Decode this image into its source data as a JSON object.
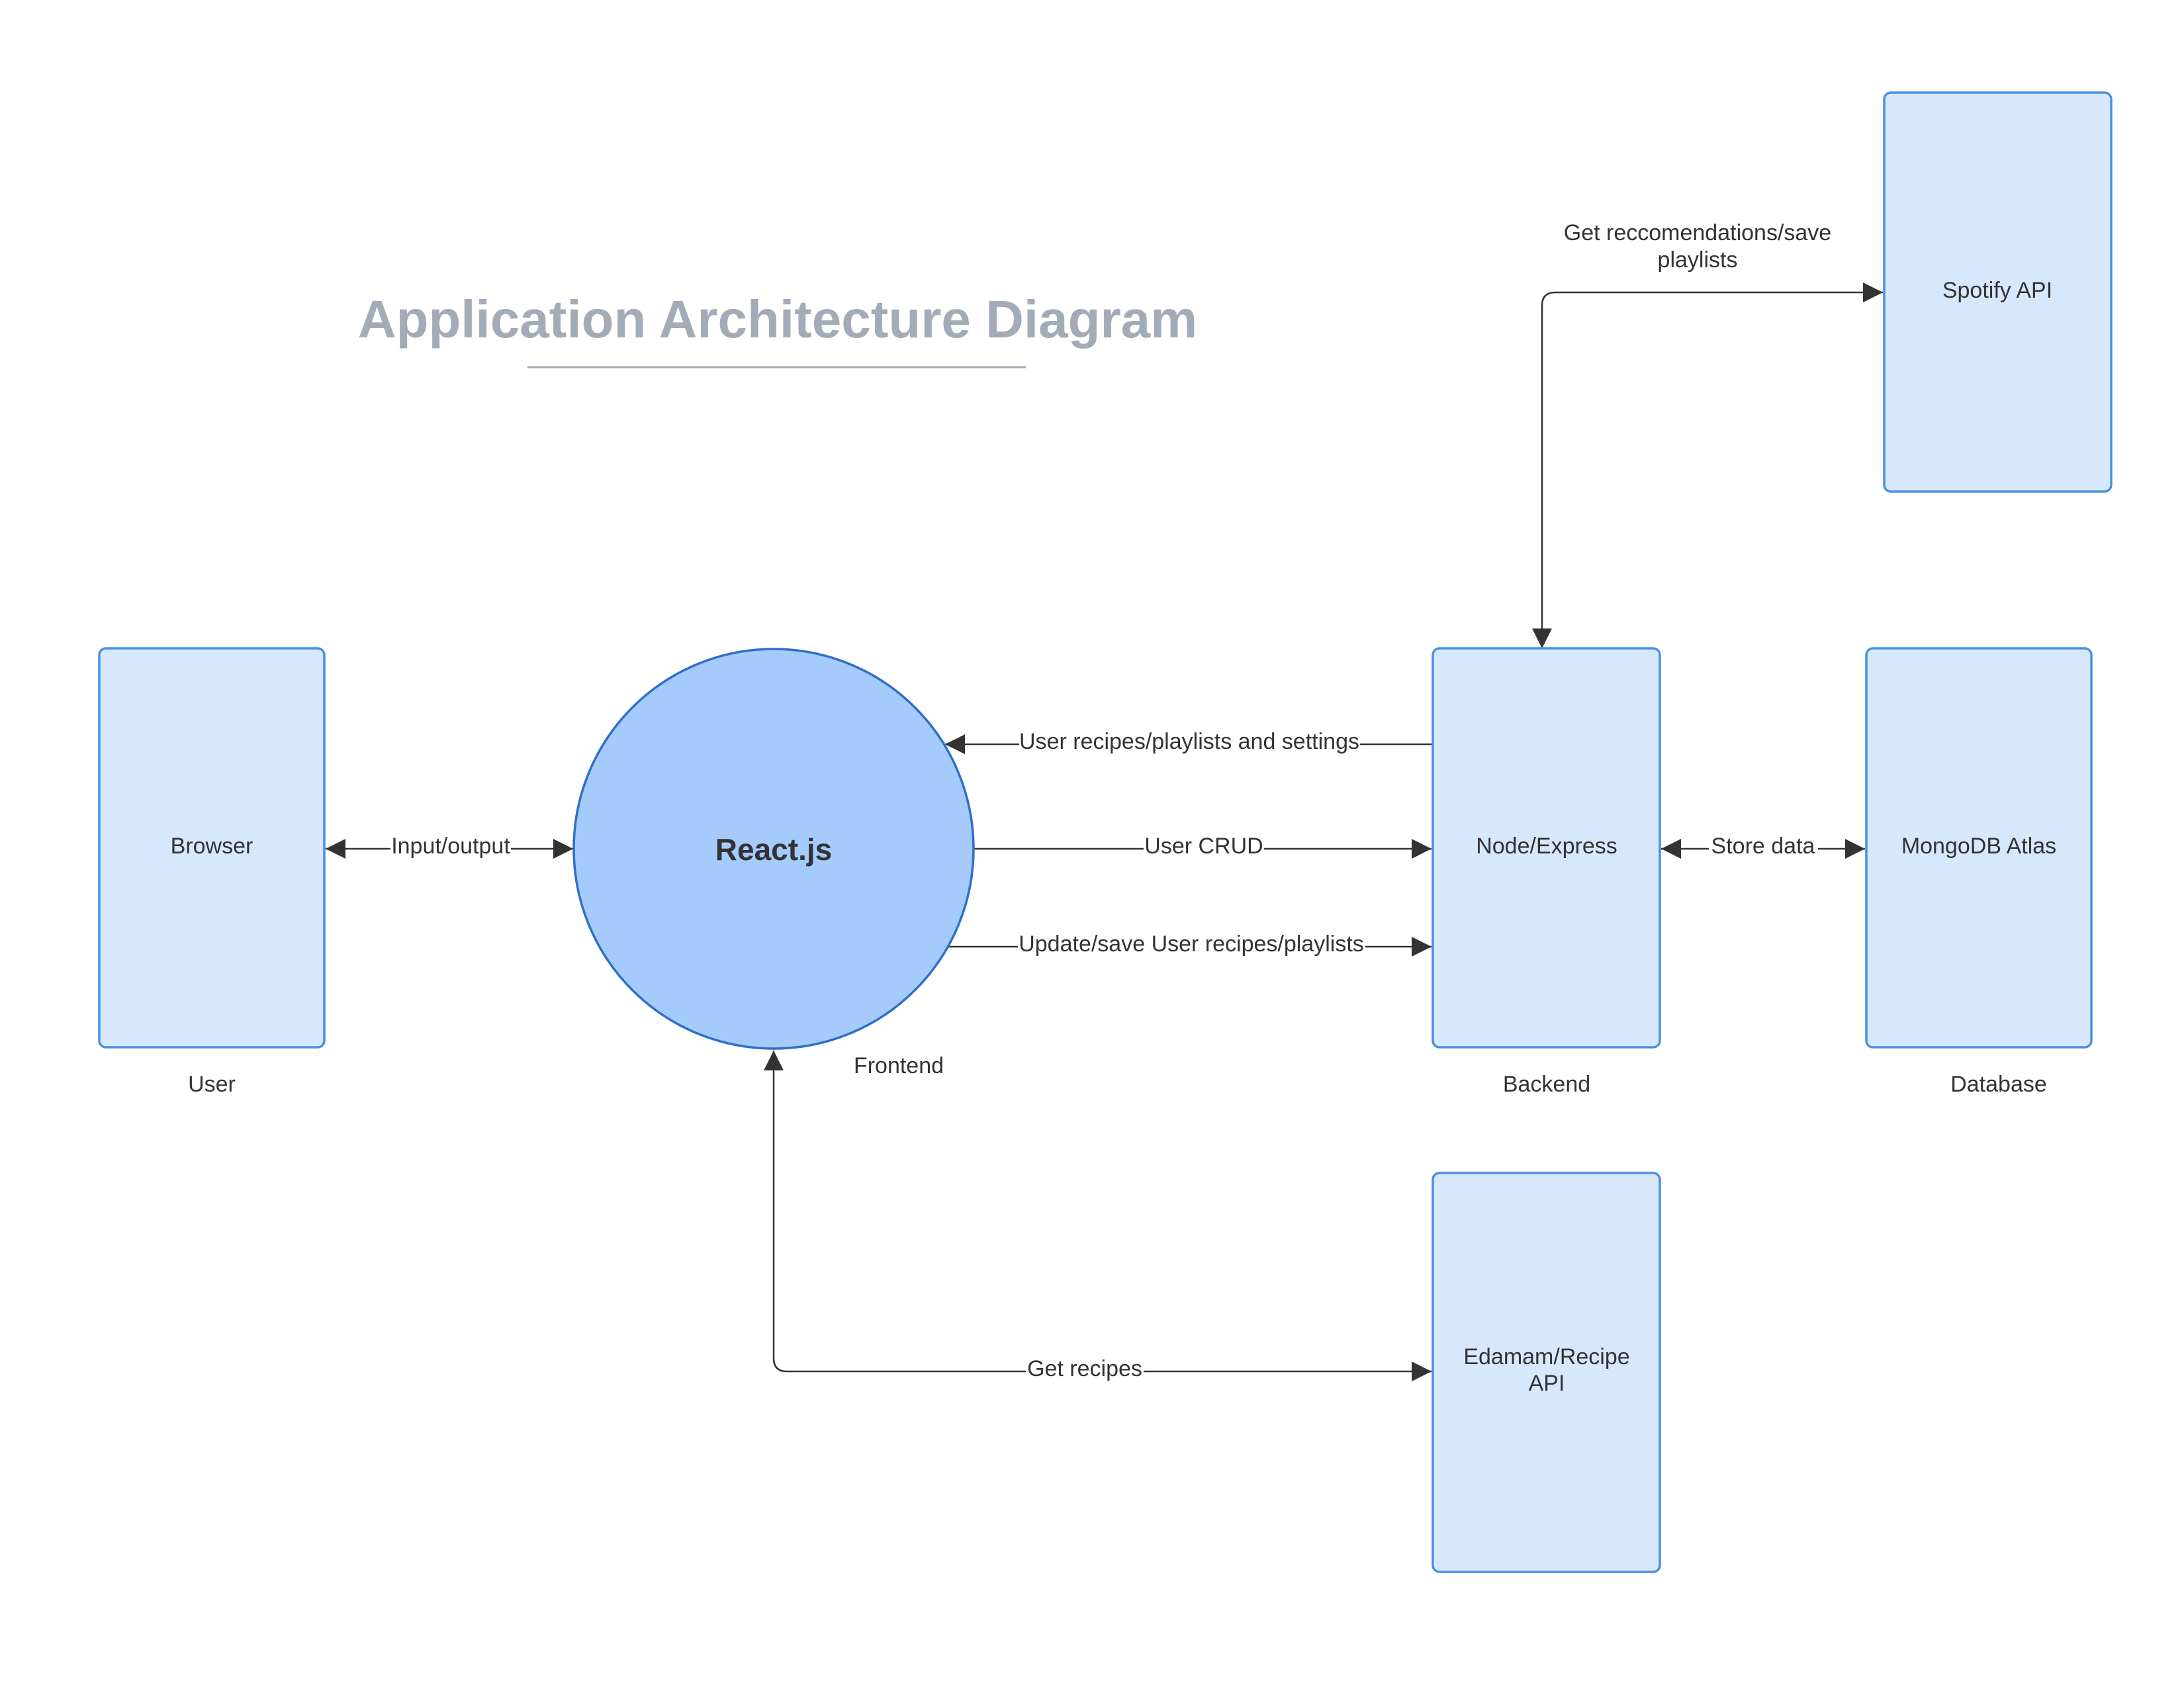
{
  "title": "Application Architecture Diagram",
  "nodes": {
    "browser": {
      "label": "Browser",
      "caption": "User"
    },
    "react": {
      "label": "React.js",
      "caption": "Frontend"
    },
    "node_express": {
      "label": "Node/Express",
      "caption": "Backend"
    },
    "mongodb": {
      "label": "MongoDB Atlas",
      "caption": "Database"
    },
    "spotify": {
      "label": "Spotify API"
    },
    "edamam": {
      "label_line1": "Edamam/Recipe",
      "label_line2": "API"
    }
  },
  "edges": {
    "input_output": "Input/output",
    "user_recipes_settings": "User recipes/playlists and settings",
    "user_crud": "User CRUD",
    "update_save": "Update/save User recipes/playlists",
    "store_data": "Store data",
    "spotify_line1": "Get reccomendations/save",
    "spotify_line2": "playlists",
    "get_recipes": "Get recipes"
  },
  "colors": {
    "box_fill": "#d7e8fd",
    "box_stroke": "#4a90e2",
    "circle_fill": "#a4cbfc",
    "circle_stroke": "#2f6fc7",
    "title": "#a3abb7",
    "text": "#333333"
  }
}
